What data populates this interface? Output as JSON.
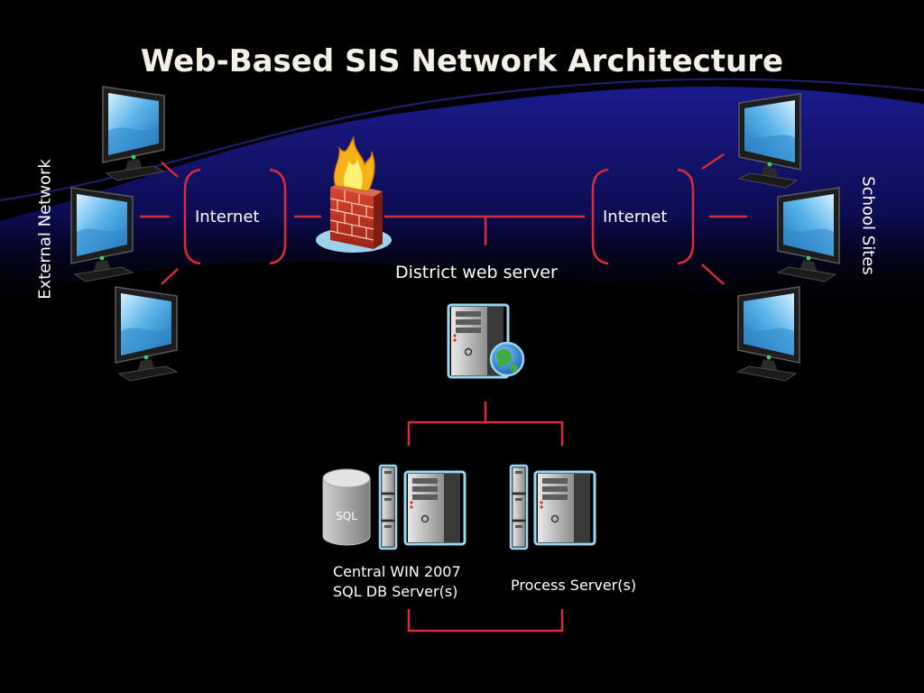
{
  "title": "Web-Based SIS Network Architecture",
  "labels": {
    "external_network": "External Network",
    "school_sites": "School Sites",
    "internet_left": "Internet",
    "internet_right": "Internet",
    "district_web_server": "District web server",
    "db_server_line1": "Central WIN 2007",
    "db_server_line2": "SQL DB Server(s)",
    "process_server": "Process Server(s)",
    "sql_cylinder": "SQL"
  },
  "colors": {
    "background": "#000000",
    "connector": "#d92b3a",
    "wave": "#14147a",
    "text": "#ffffff",
    "screen": "#4aa3df",
    "server_outline": "#8fd3f0"
  },
  "icons": {
    "computer": "monitor-icon",
    "firewall": "firewall-icon",
    "web_server": "web-server-globe-icon",
    "database": "sql-database-icon",
    "server": "server-tower-icon"
  }
}
